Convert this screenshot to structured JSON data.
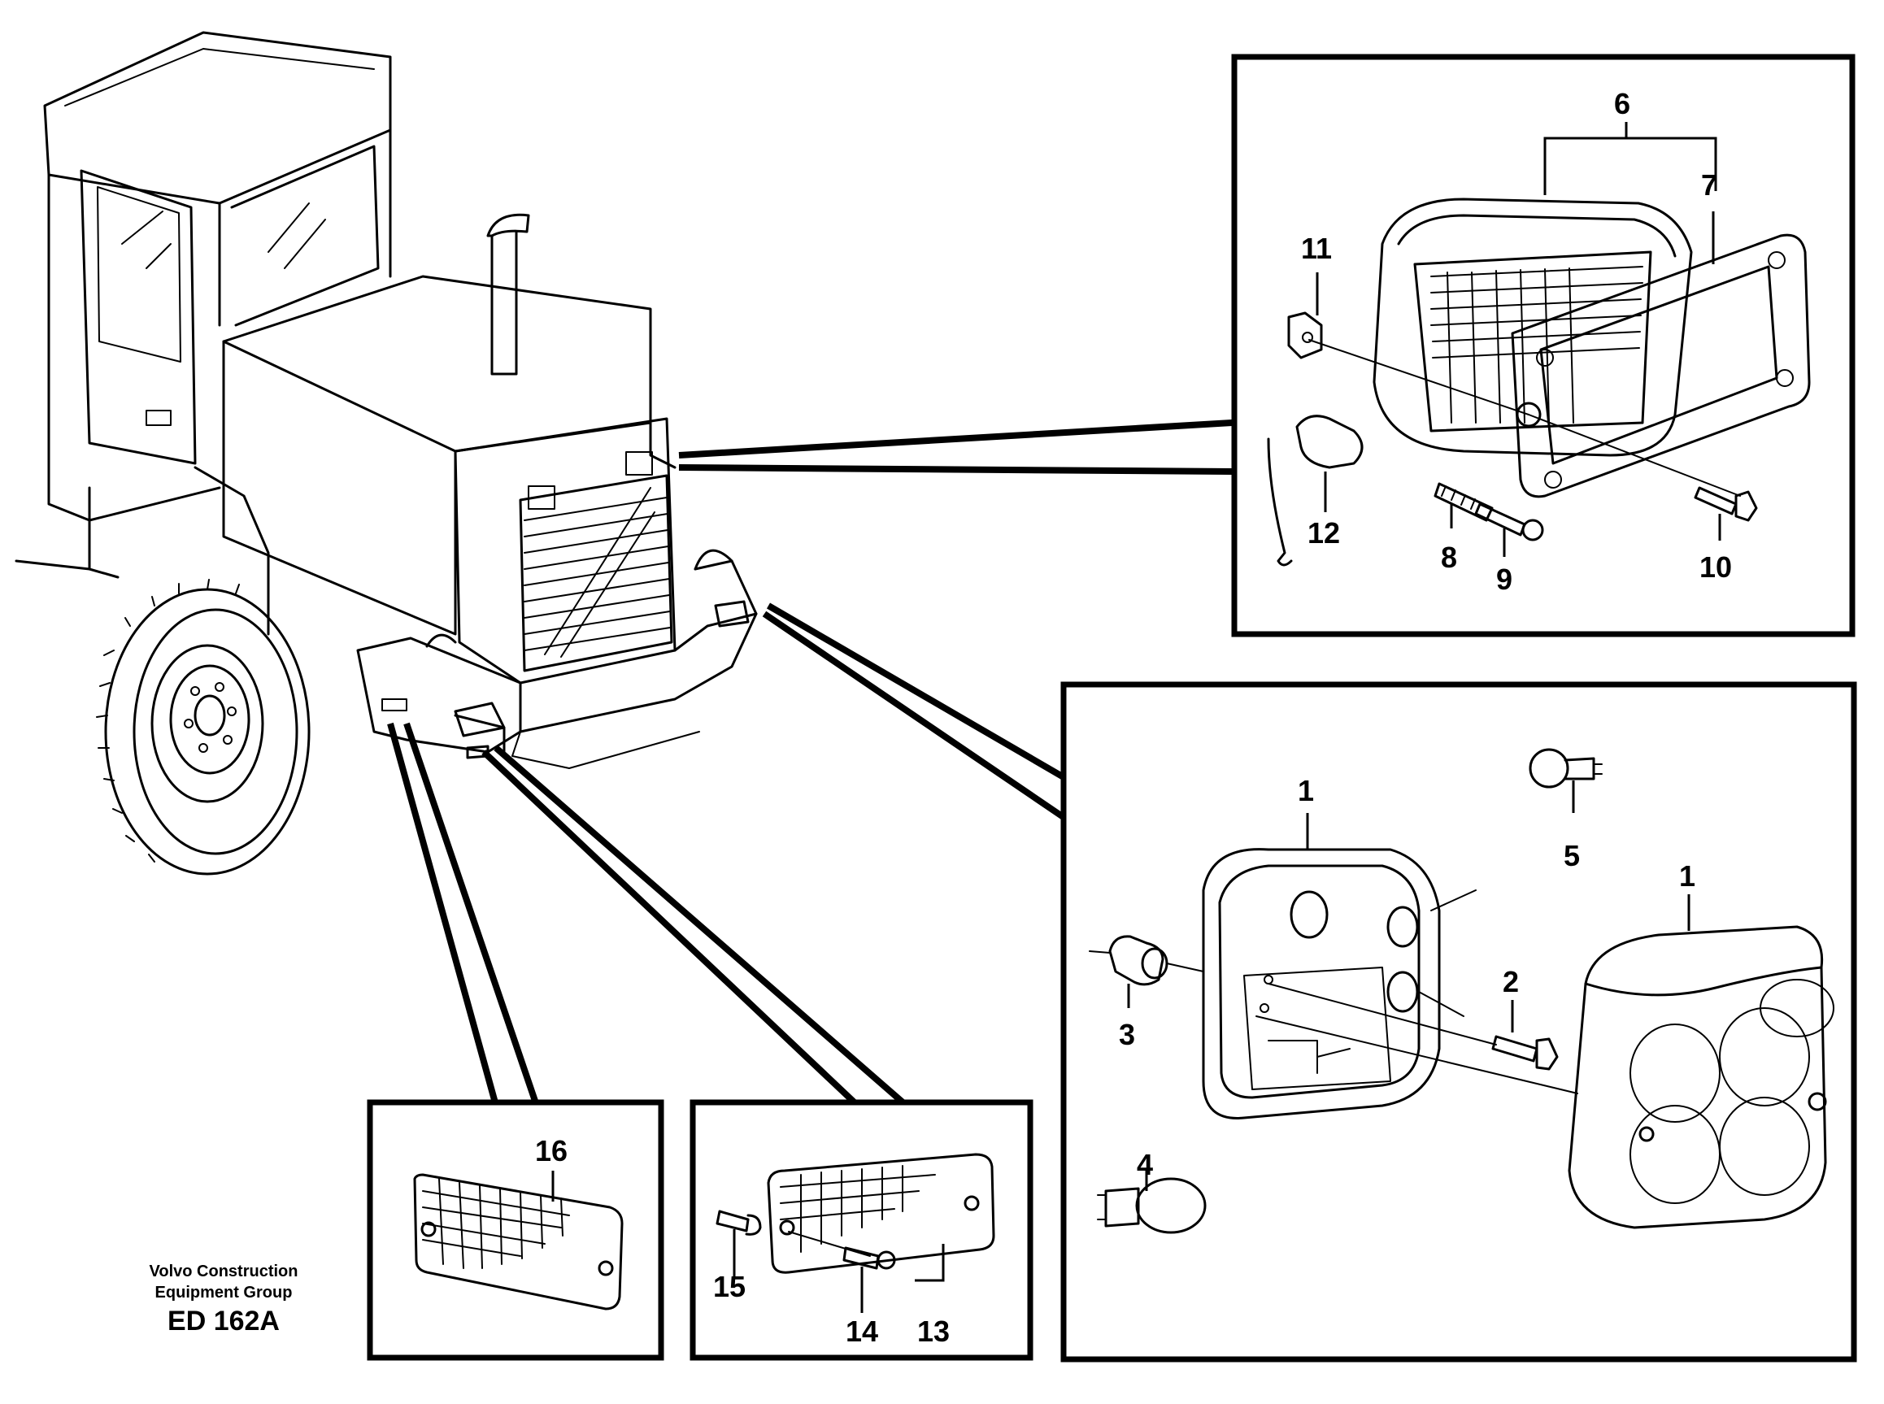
{
  "footer": {
    "company_line1": "Volvo Construction",
    "company_line2": "Equipment Group",
    "drawing_id": "ED 162A"
  },
  "callouts": {
    "headlamp": [
      "6",
      "7",
      "8",
      "9",
      "10",
      "11",
      "12"
    ],
    "indicator": [
      "1",
      "1",
      "2",
      "3",
      "4",
      "5"
    ],
    "reflector": [
      "16"
    ],
    "side_lamp": [
      "13",
      "14",
      "15"
    ]
  }
}
